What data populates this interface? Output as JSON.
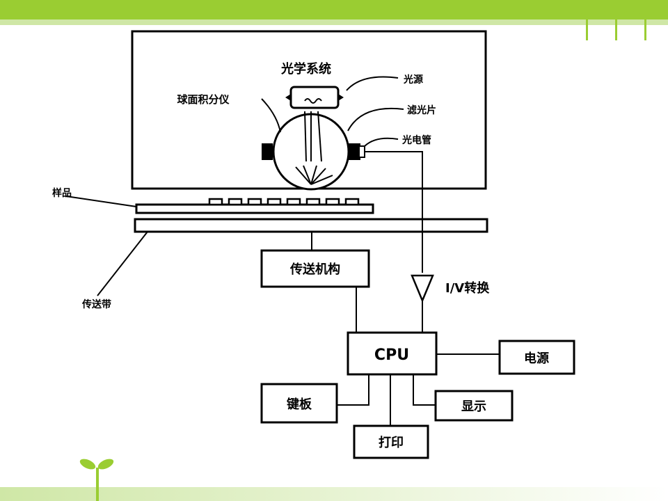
{
  "labels": {
    "optical_system": "光学系统",
    "integrating_sphere": "球面积分仪",
    "light_source": "光源",
    "filter": "滤光片",
    "phototube": "光电管",
    "sample": "样品",
    "conveyor_belt": "传送带",
    "transport_mechanism": "传送机构",
    "iv_convert": "I/V转换",
    "cpu": "CPU",
    "power": "电源",
    "keyboard": "键板",
    "display": "显示",
    "print": "打印"
  },
  "colors": {
    "accent_green": "#9acd32",
    "light_green": "#cfe7a6",
    "line": "#000000"
  }
}
